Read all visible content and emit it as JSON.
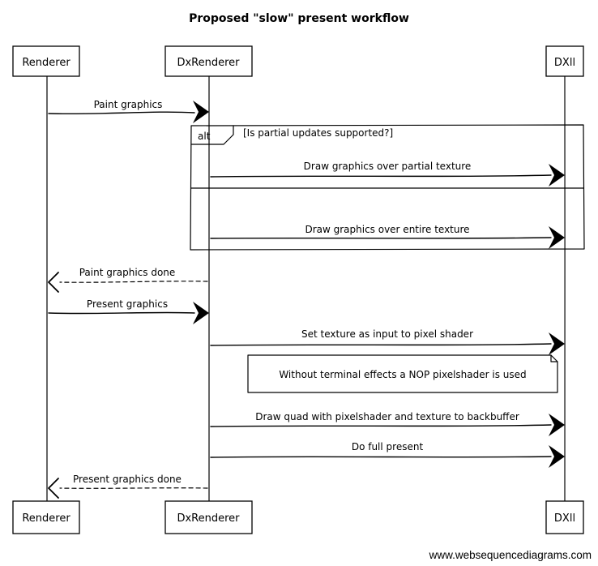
{
  "title": "Proposed \"slow\" present workflow",
  "participants": [
    {
      "id": "renderer",
      "label": "Renderer"
    },
    {
      "id": "dxrenderer",
      "label": "DxRenderer"
    },
    {
      "id": "dx11",
      "label": "DXll"
    }
  ],
  "alt_fragment": {
    "keyword": "alt",
    "condition": "[Is partial updates supported?]"
  },
  "messages": [
    {
      "id": "m1",
      "from": "renderer",
      "to": "dxrenderer",
      "label": "Paint graphics",
      "style": "solid"
    },
    {
      "id": "m2",
      "from": "dxrenderer",
      "to": "dx11",
      "label": "Draw graphics over partial texture",
      "style": "solid"
    },
    {
      "id": "m3",
      "from": "dxrenderer",
      "to": "dx11",
      "label": "Draw graphics over entire texture",
      "style": "solid"
    },
    {
      "id": "m4",
      "from": "dxrenderer",
      "to": "renderer",
      "label": "Paint graphics done",
      "style": "dashed"
    },
    {
      "id": "m5",
      "from": "renderer",
      "to": "dxrenderer",
      "label": "Present graphics",
      "style": "solid"
    },
    {
      "id": "m6",
      "from": "dxrenderer",
      "to": "dx11",
      "label": "Set texture as input to pixel shader",
      "style": "solid"
    },
    {
      "id": "m7",
      "from": "dxrenderer",
      "to": "dx11",
      "label": "Draw quad with pixelshader and texture to backbuffer",
      "style": "solid"
    },
    {
      "id": "m8",
      "from": "dxrenderer",
      "to": "dx11",
      "label": "Do full present",
      "style": "solid"
    },
    {
      "id": "m9",
      "from": "dxrenderer",
      "to": "renderer",
      "label": "Present graphics done",
      "style": "dashed"
    }
  ],
  "note": {
    "text": "Without terminal effects a NOP pixelshader is used"
  },
  "watermark": "www.websequencediagrams.com",
  "colors": {
    "line": "#000000",
    "background": "#ffffff"
  }
}
